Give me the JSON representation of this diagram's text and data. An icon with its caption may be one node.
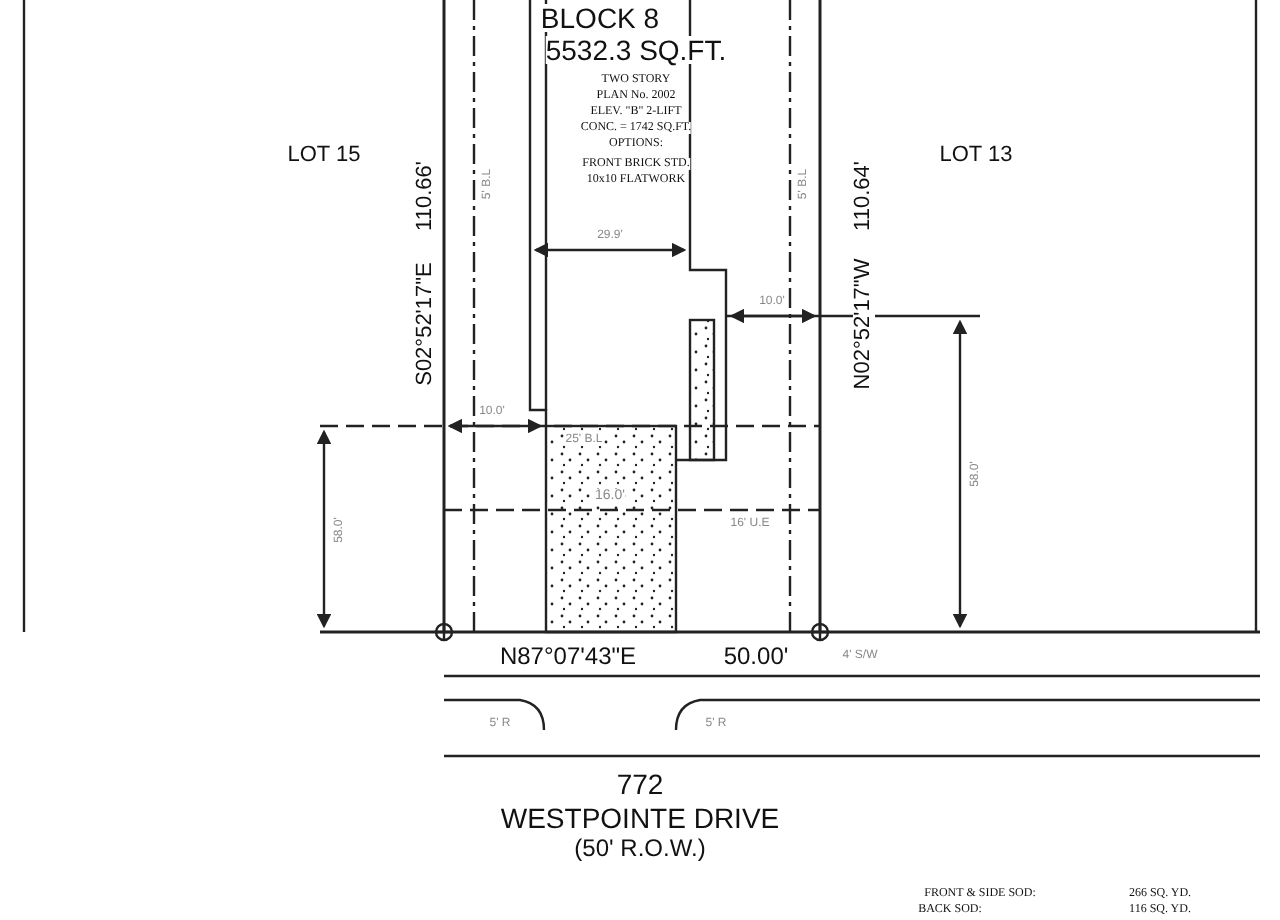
{
  "diagram": {
    "labels": [
      "BLOCK 8",
      "5532.3 SQ.FT.",
      "TWO STORY",
      "PLAN No. 2002",
      "ELEV. \"B\" 2-LIFT",
      "CONC. = 1742 SQ.FT.",
      "OPTIONS:",
      "FRONT BRICK STD.",
      "10x10 FLATWORK",
      "LOT 15",
      "110.66'",
      "S02°52'17\"E",
      "5' B.L",
      "5' B.L",
      "LOT 13",
      "110.64'",
      "N02°52'17\"W",
      "29.9'",
      "10.0'",
      "10.0'",
      "25' B.L",
      "16.0'",
      "58.0'",
      "58.0'",
      "16' U.E",
      "N87°07'43\"E",
      "50.00'",
      "4' S/W",
      "5' R",
      "5' R",
      "772",
      "WESTPOINTE DRIVE",
      "(50' R.O.W.)",
      "FRONT & SIDE SOD:",
      "266 SQ. YD.",
      "BACK SOD:",
      "116 SQ. YD."
    ]
  }
}
